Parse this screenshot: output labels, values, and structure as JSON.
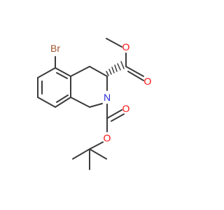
{
  "molecule": {
    "atoms": {
      "bromine": "Br",
      "nitrogen": "N",
      "ester_carbonyl_oxygen": "O",
      "ester_methoxy_oxygen": "O",
      "carbamate_carbonyl_oxygen": "O",
      "carbamate_ether_oxygen": "O"
    },
    "colors": {
      "bond": "#3b3b3b",
      "bromine": "#a0522d",
      "nitrogen": "#2a2ad6",
      "oxygen": "#ff0d0d"
    }
  }
}
